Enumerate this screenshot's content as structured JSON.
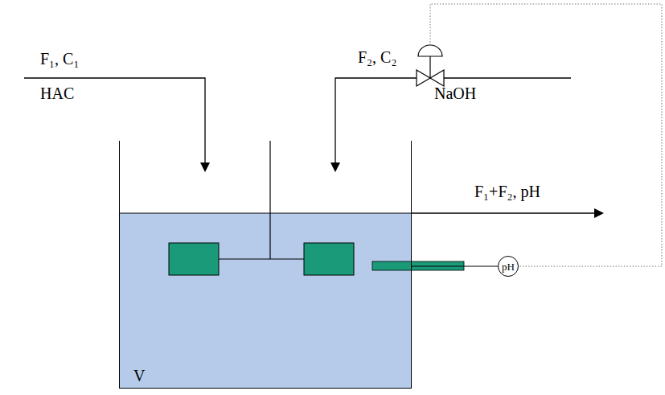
{
  "diagram": {
    "nodes": [
      {
        "text": [
          "V"
        ]
      },
      {
        "text": [
          "pH"
        ]
      }
    ],
    "edges": [
      {
        "from": 0,
        "to": 1,
        "arrow": "none"
      }
    ],
    "labels": [
      "F₁, C₁",
      "HAC",
      "F₂, C₂",
      "NaOH",
      "F₁+F₂, pH"
    ]
  }
}
